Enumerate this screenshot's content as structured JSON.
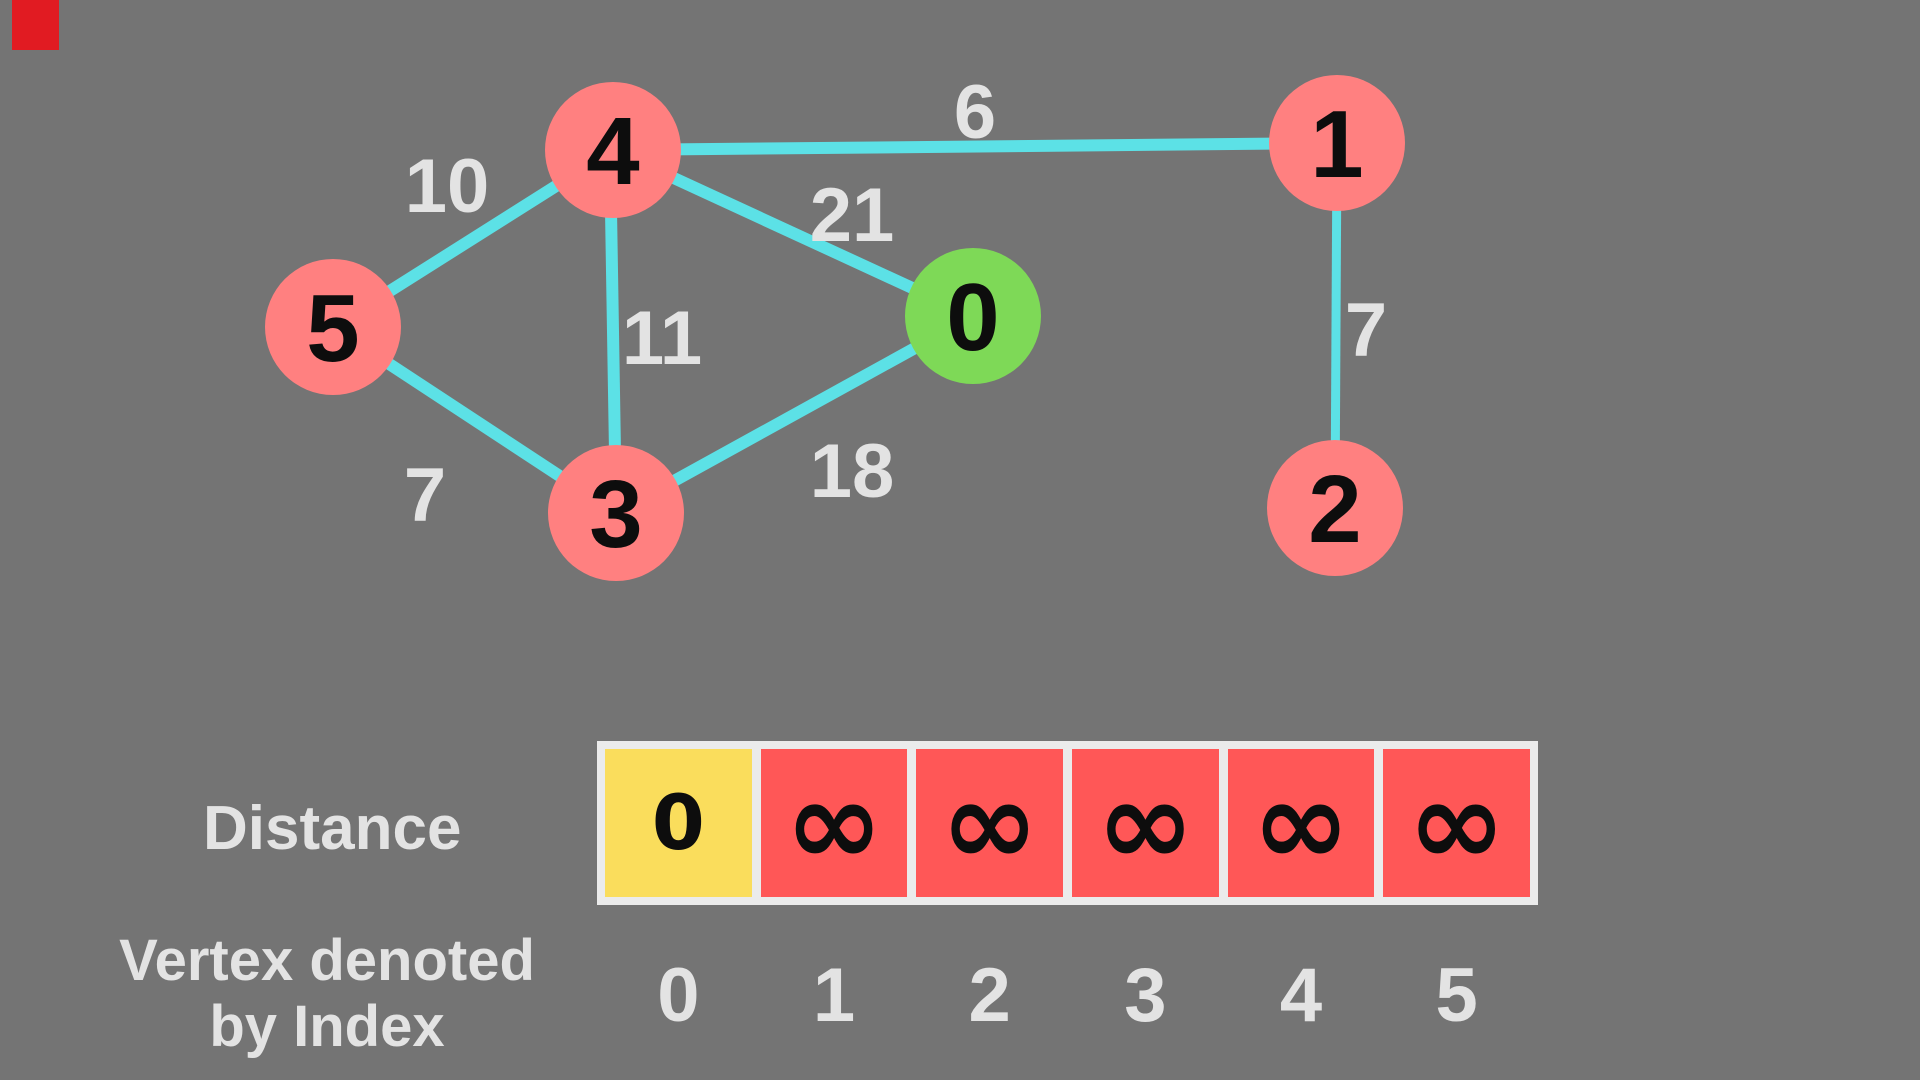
{
  "colors": {
    "background": "#747474",
    "edge_cyan": "#5CE1E6",
    "node_pink": "#FF8080",
    "node_green": "#7ED957",
    "node_text": "#0D0D0D",
    "light_gray_text": "#E3E3E3",
    "cell_red": "#FF5757",
    "cell_yellow": "#FADD5C",
    "table_border_white": "#EBEBEB",
    "corner_square_red": "#E11B22"
  },
  "graph": {
    "nodes": [
      {
        "label": "0",
        "color": "#7ED957",
        "role": "source"
      },
      {
        "label": "1",
        "color": "#FF8080",
        "role": "unvisited"
      },
      {
        "label": "2",
        "color": "#FF8080",
        "role": "unvisited"
      },
      {
        "label": "3",
        "color": "#FF8080",
        "role": "unvisited"
      },
      {
        "label": "4",
        "color": "#FF8080",
        "role": "unvisited"
      },
      {
        "label": "5",
        "color": "#FF8080",
        "role": "unvisited"
      }
    ],
    "edges": [
      {
        "from": "4",
        "to": "1",
        "weight": "6"
      },
      {
        "from": "4",
        "to": "5",
        "weight": "10"
      },
      {
        "from": "4",
        "to": "0",
        "weight": "21"
      },
      {
        "from": "4",
        "to": "3",
        "weight": "11"
      },
      {
        "from": "5",
        "to": "3",
        "weight": "7"
      },
      {
        "from": "3",
        "to": "0",
        "weight": "18"
      },
      {
        "from": "1",
        "to": "2",
        "weight": "7"
      }
    ]
  },
  "table": {
    "row_label": "Distance",
    "cells": [
      {
        "value": "0",
        "state": "start"
      },
      {
        "value": "∞",
        "state": "unvisited"
      },
      {
        "value": "∞",
        "state": "unvisited"
      },
      {
        "value": "∞",
        "state": "unvisited"
      },
      {
        "value": "∞",
        "state": "unvisited"
      },
      {
        "value": "∞",
        "state": "unvisited"
      }
    ],
    "index_caption_line1": "Vertex denoted",
    "index_caption_line2": "by Index",
    "indices": [
      "0",
      "1",
      "2",
      "3",
      "4",
      "5"
    ]
  }
}
